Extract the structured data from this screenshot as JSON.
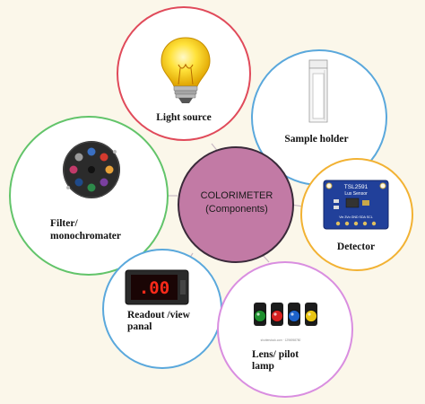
{
  "center": {
    "title": "COLORIMETER",
    "subtitle": "(Components)",
    "fill": "#c27aa5",
    "stroke": "#3a2a3a"
  },
  "components": [
    {
      "key": "light",
      "label_lines": [
        "Light source"
      ],
      "ring": "#e04a5a"
    },
    {
      "key": "sample",
      "label_lines": [
        "Sample holder"
      ],
      "ring": "#5aa8dc"
    },
    {
      "key": "detector",
      "label_lines": [
        "Detector"
      ],
      "ring": "#f2b233"
    },
    {
      "key": "lens",
      "label_lines": [
        "Lens/  pilot",
        "lamp"
      ],
      "ring": "#d98ee0"
    },
    {
      "key": "readout",
      "label_lines": [
        "Readout /view",
        "panal"
      ],
      "ring": "#5aa8dc"
    },
    {
      "key": "filter",
      "label_lines": [
        "Filter/",
        "monochromater"
      ],
      "ring": "#62c46a"
    }
  ],
  "images": {
    "readout_display": ".00",
    "sensor_title": "TSL2591",
    "sensor_subtitle": "Lux Sensor",
    "sensor_pins": "Vin 3Vo GND SDA SCL",
    "lens_caption": "shutterstock.com · 1296958780"
  },
  "colors": {
    "background": "#fbf7ea",
    "connector": "#c9b9c4",
    "lamp_colors": [
      "#1e8f2e",
      "#d41f1f",
      "#1d62c9",
      "#e8c413"
    ]
  }
}
